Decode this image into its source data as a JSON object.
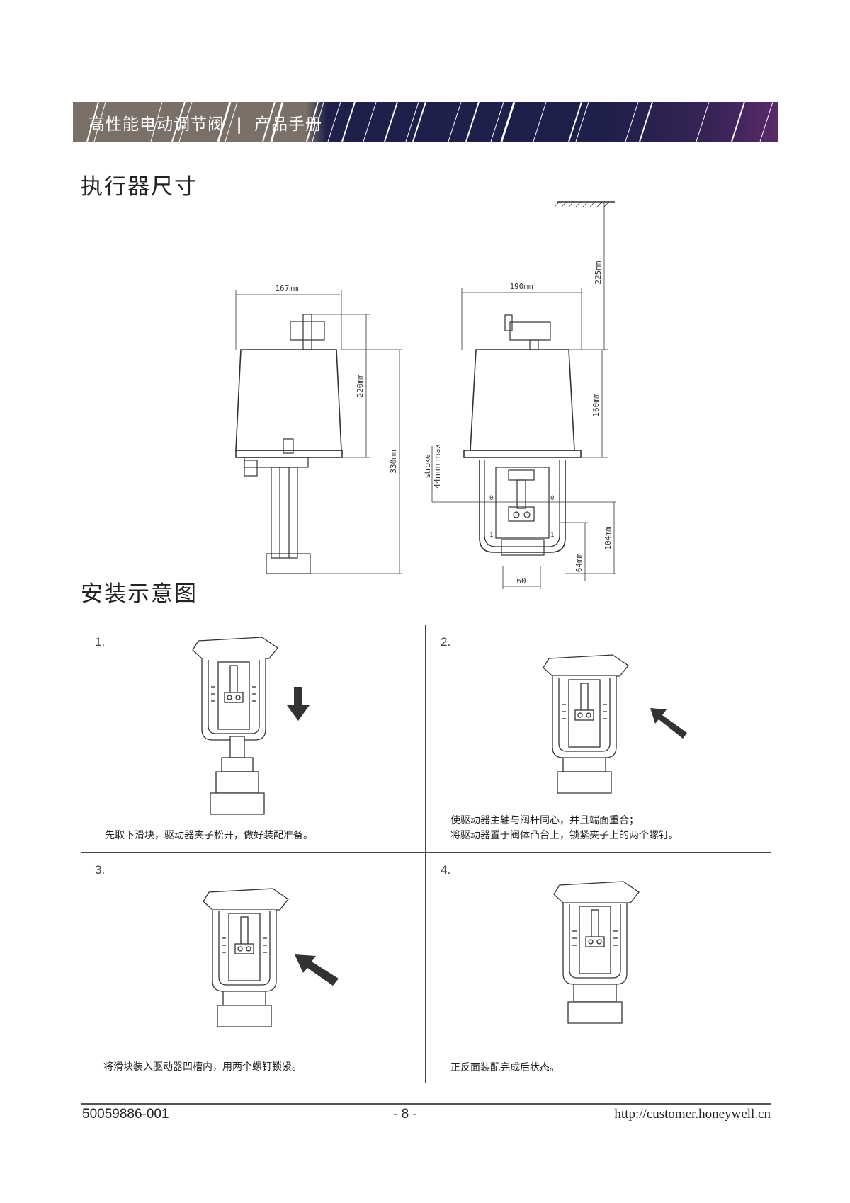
{
  "header": {
    "title": "高性能电动调节阀",
    "separator": "|",
    "subtitle": "产品手册"
  },
  "sections": {
    "dimensions_title": "执行器尺寸",
    "install_title": "安装示意图"
  },
  "dimensions": {
    "width_side": "167mm",
    "width_front": "190mm",
    "height_top": "220mm",
    "height_total": "330mm",
    "clearance": "225mm",
    "body_height": "160mm",
    "stroke_label": "stroke",
    "stroke_value": "44mm max",
    "dim_64": "64mm",
    "dim_104": "104mm",
    "dim_60": "60",
    "scale_0": "0",
    "scale_1": "1"
  },
  "steps": [
    {
      "number": "1.",
      "lines": [
        "先取下滑块，驱动器夹子松开，做好装配准备。"
      ]
    },
    {
      "number": "2.",
      "lines": [
        "使驱动器主轴与阀杆同心，并且端面重合；",
        "将驱动器置于阀体凸台上，锁紧夹子上的两个螺钉。"
      ]
    },
    {
      "number": "3.",
      "lines": [
        "将滑块装入驱动器凹槽内，用两个螺钉锁紧。"
      ]
    },
    {
      "number": "4.",
      "lines": [
        "正反面装配完成后状态。"
      ]
    }
  ],
  "footer": {
    "doc_number": "50059886-001",
    "page": "- 8 -",
    "url": "http://customer.honeywell.cn"
  },
  "colors": {
    "band_gray": "#7a7068",
    "band_navy": "#1e1f4a",
    "band_purple": "#5a2a6a"
  }
}
